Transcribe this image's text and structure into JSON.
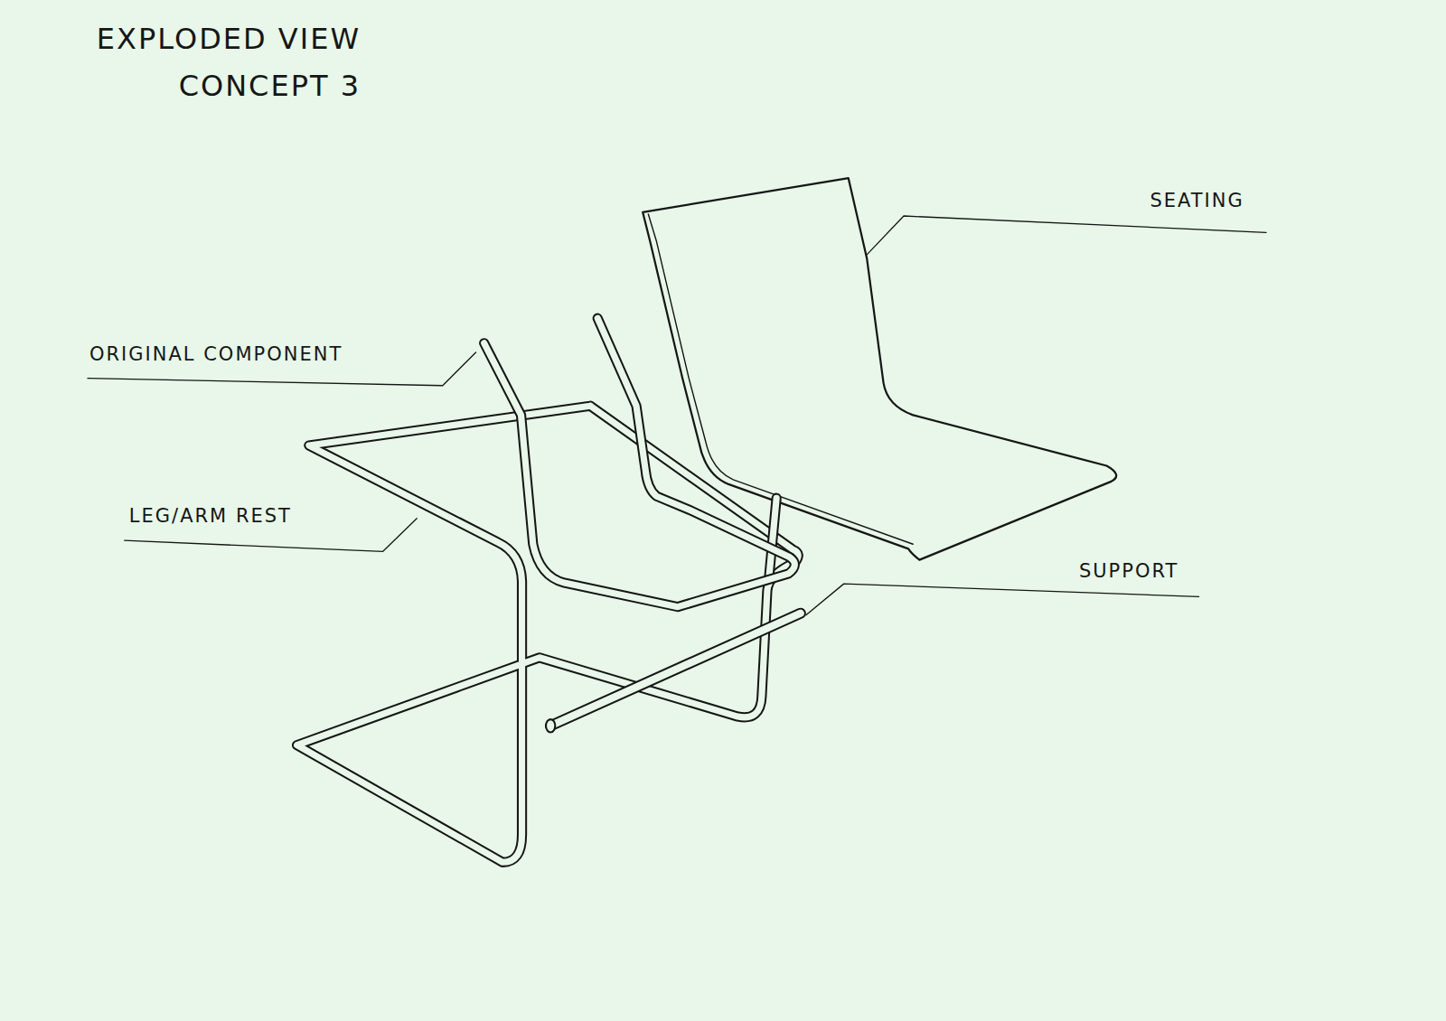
{
  "diagram": {
    "title": "EXPLODED VIEW CONCEPT 3",
    "labels": [
      "SEATING",
      "ORIGINAL COMPONENT",
      "LEG/ARM REST",
      "SUPPORT"
    ]
  }
}
